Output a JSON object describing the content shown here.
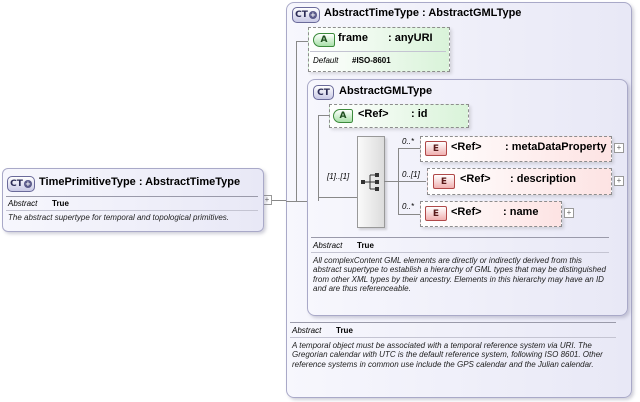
{
  "outer": {
    "tag": "CT",
    "title": "AbstractTimeType : AbstractGMLType",
    "frame_attr": {
      "tag": "A",
      "name": "frame",
      "type": ": anyURI",
      "default_label": "Default",
      "default_value": "#ISO-8601"
    },
    "abstract_label": "Abstract",
    "abstract_value": "True",
    "description": "A temporal object must be associated with a temporal reference system via URI. The Gregorian calendar with UTC is the default reference system, following ISO 8601. Other reference systems in common use include the GPS calendar and the Julian calendar."
  },
  "inner": {
    "tag": "CT",
    "title": "AbstractGMLType",
    "id_attr": {
      "tag": "A",
      "name": "<Ref>",
      "type": ": id"
    },
    "sequence_occurrence": "[1]..[1]",
    "elements": [
      {
        "tag": "E",
        "occurrence": "0..*",
        "name": "<Ref>",
        "type": ": metaDataProperty"
      },
      {
        "tag": "E",
        "occurrence": "0..[1]",
        "name": "<Ref>",
        "type": ": description"
      },
      {
        "tag": "E",
        "occurrence": "0..*",
        "name": "<Ref>",
        "type": ": name"
      }
    ],
    "abstract_label": "Abstract",
    "abstract_value": "True",
    "description": "All complexContent GML elements are directly or indirectly derived from this abstract supertype to establish a hierarchy of GML types that may be distinguished from other XML types by their ancestry. Elements in this hierarchy may have an ID and are thus referenceable."
  },
  "left": {
    "tag": "CT",
    "title": "TimePrimitiveType : AbstractTimeType",
    "abstract_label": "Abstract",
    "abstract_value": "True",
    "description": "The abstract supertype for temporal and topological primitives."
  },
  "icons": {
    "expander": "+",
    "sequence": "sequence-icon",
    "ct_badge": "ct-icon"
  },
  "colors": {
    "complex_type": "#c9c9e6",
    "attribute": "#a8e0a8",
    "element": "#f0b0b0"
  }
}
